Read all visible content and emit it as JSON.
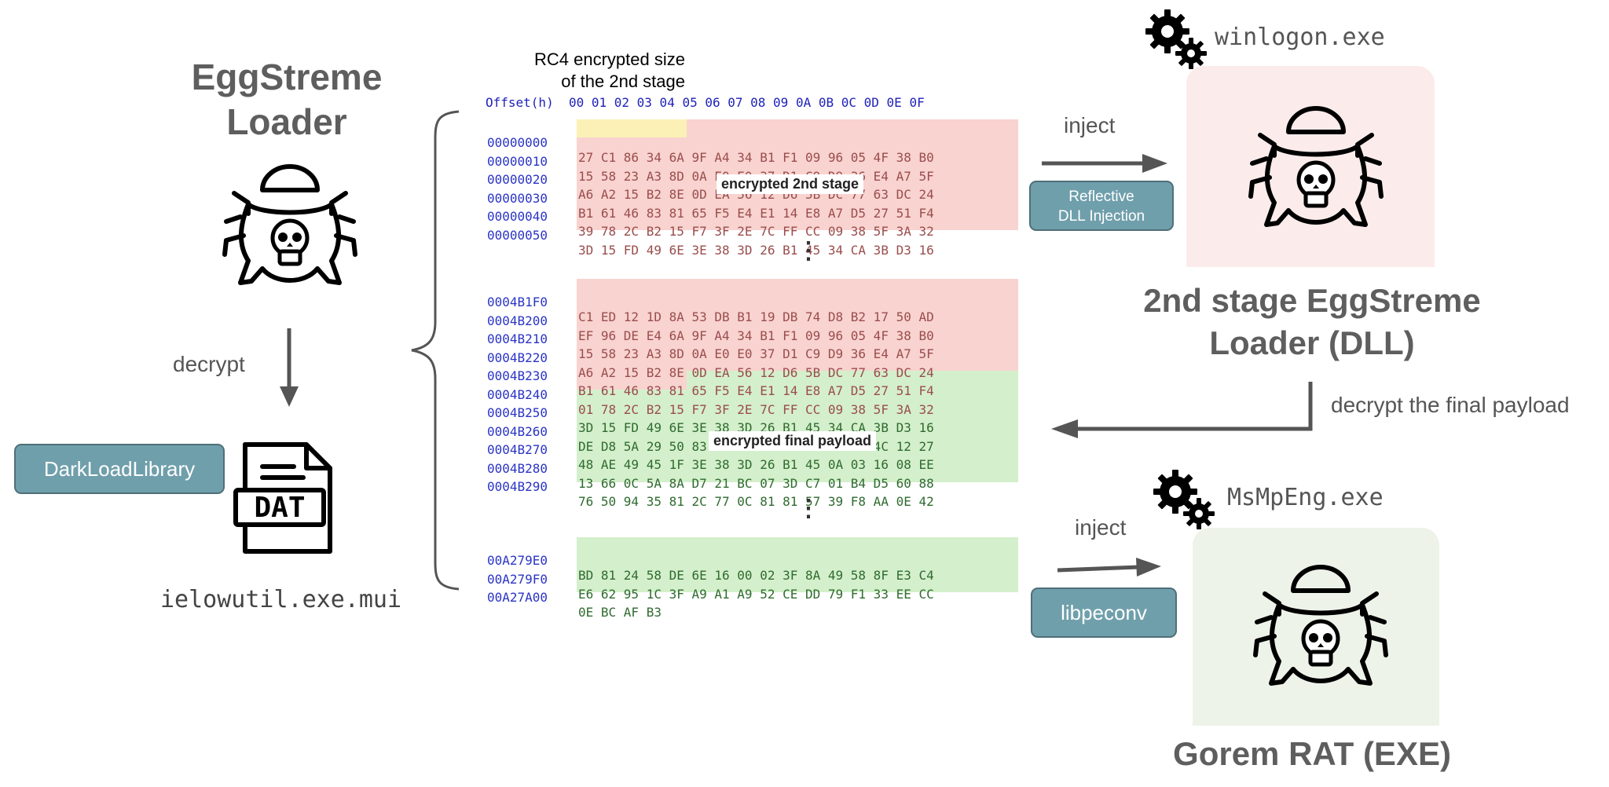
{
  "left": {
    "title_line1": "EggStreme",
    "title_line2": "Loader",
    "decrypt_label": "decrypt",
    "darkload_label": "DarkLoadLibrary",
    "dat_text": "DAT",
    "file_name": "ielowutil.exe.mui"
  },
  "hex": {
    "size_note_line1": "RC4 encrypted size",
    "size_note_line2": "of  the 2nd stage",
    "header": "Offset(h)  00 01 02 03 04 05 06 07 08 09 0A 0B 0C 0D 0E 0F",
    "callout_2nd": "encrypted 2nd stage",
    "callout_final": "encrypted final payload",
    "ellipsis": "⋮",
    "block1": [
      {
        "offset": "00000000",
        "bytes": "27 C1 86 34 6A 9F A4 34 B1 F1 09 96 05 4F 38 B0"
      },
      {
        "offset": "00000010",
        "bytes": "15 58 23 A3 8D 0A E0 E0 37 D1 C9 D9 36 E4 A7 5F"
      },
      {
        "offset": "00000020",
        "bytes": "A6 A2 15 B2 8E 0D EA 56 12 D6 5B DC 77 63 DC 24"
      },
      {
        "offset": "00000030",
        "bytes": "B1 61 46 83 81 65 F5 E4 E1 14 E8 A7 D5 27 51 F4"
      },
      {
        "offset": "00000040",
        "bytes": "39 78 2C B2 15 F7 3F 2E 7C FF CC 09 38 5F 3A 32"
      },
      {
        "offset": "00000050",
        "bytes": "3D 15 FD 49 6E 3E 38 3D 26 B1 45 34 CA 3B D3 16"
      }
    ],
    "block2": [
      {
        "offset": "0004B1F0",
        "bytes": "C1 ED 12 1D 8A 53 DB B1 19 DB 74 D8 B2 17 50 AD"
      },
      {
        "offset": "0004B200",
        "bytes": "EF 96 DE E4 6A 9F A4 34 B1 F1 09 96 05 4F 38 B0"
      },
      {
        "offset": "0004B210",
        "bytes": "15 58 23 A3 8D 0A E0 E0 37 D1 C9 D9 36 E4 A7 5F"
      },
      {
        "offset": "0004B220",
        "bytes": "A6 A2 15 B2 8E 0D EA 56 12 D6 5B DC 77 63 DC 24"
      },
      {
        "offset": "0004B230",
        "bytes": "B1 61 46 83 81 65 F5 E4 E1 14 E8 A7 D5 27 51 F4"
      },
      {
        "offset": "0004B240",
        "bytes": "01 78 2C B2 15 F7 3F 2E 7C FF CC 09 38 5F 3A 32"
      },
      {
        "offset": "0004B250",
        "bytes": "3D 15 FD 49 6E 3E 38 3D 26 B1 45 34 CA 3B D3 16"
      },
      {
        "offset": "0004B260",
        "bytes": "DE D8 5A 29 50 83 E8 D9 A9 11 6F 8B A4 4C 12 27"
      },
      {
        "offset": "0004B270",
        "bytes": "48 AE 49 45 1F 3E 38 3D 26 B1 45 0A 03 16 08 EE"
      },
      {
        "offset": "0004B280",
        "bytes": "13 66 0C 5A 8A D7 21 BC 07 3D C7 01 B4 D5 60 88"
      },
      {
        "offset": "0004B290",
        "bytes": "76 50 94 35 81 2C 77 0C 81 81 57 39 F8 AA 0E 42"
      }
    ],
    "block3": [
      {
        "offset": "00A279E0",
        "bytes": "BD 81 24 58 DE 6E 16 00 02 3F 8A 49 58 8F E3 C4"
      },
      {
        "offset": "00A279F0",
        "bytes": "E6 62 95 1C 3F A9 A1 A9 52 CE DD 79 F1 33 EE CC"
      },
      {
        "offset": "00A27A00",
        "bytes": "0E BC AF B3"
      }
    ]
  },
  "right_top": {
    "process": "winlogon.exe",
    "inject_label": "inject",
    "tag_line1": "Reflective",
    "tag_line2": "DLL Injection",
    "title_line1": "2nd stage EggStreme",
    "title_line2": "Loader (DLL)",
    "decrypt_label": "decrypt the final payload"
  },
  "right_bottom": {
    "process": "MsMpEng.exe",
    "inject_label": "inject",
    "tag": "libpeconv",
    "title": "Gorem RAT (EXE)"
  },
  "colors": {
    "pink_box": "#fbeceb",
    "green_box": "#eef3ea",
    "hex_red": "#f8d3d0",
    "hex_green": "#d4efcc",
    "hex_yellow": "#fbf0b6",
    "tag_fill": "#6f9fab"
  }
}
